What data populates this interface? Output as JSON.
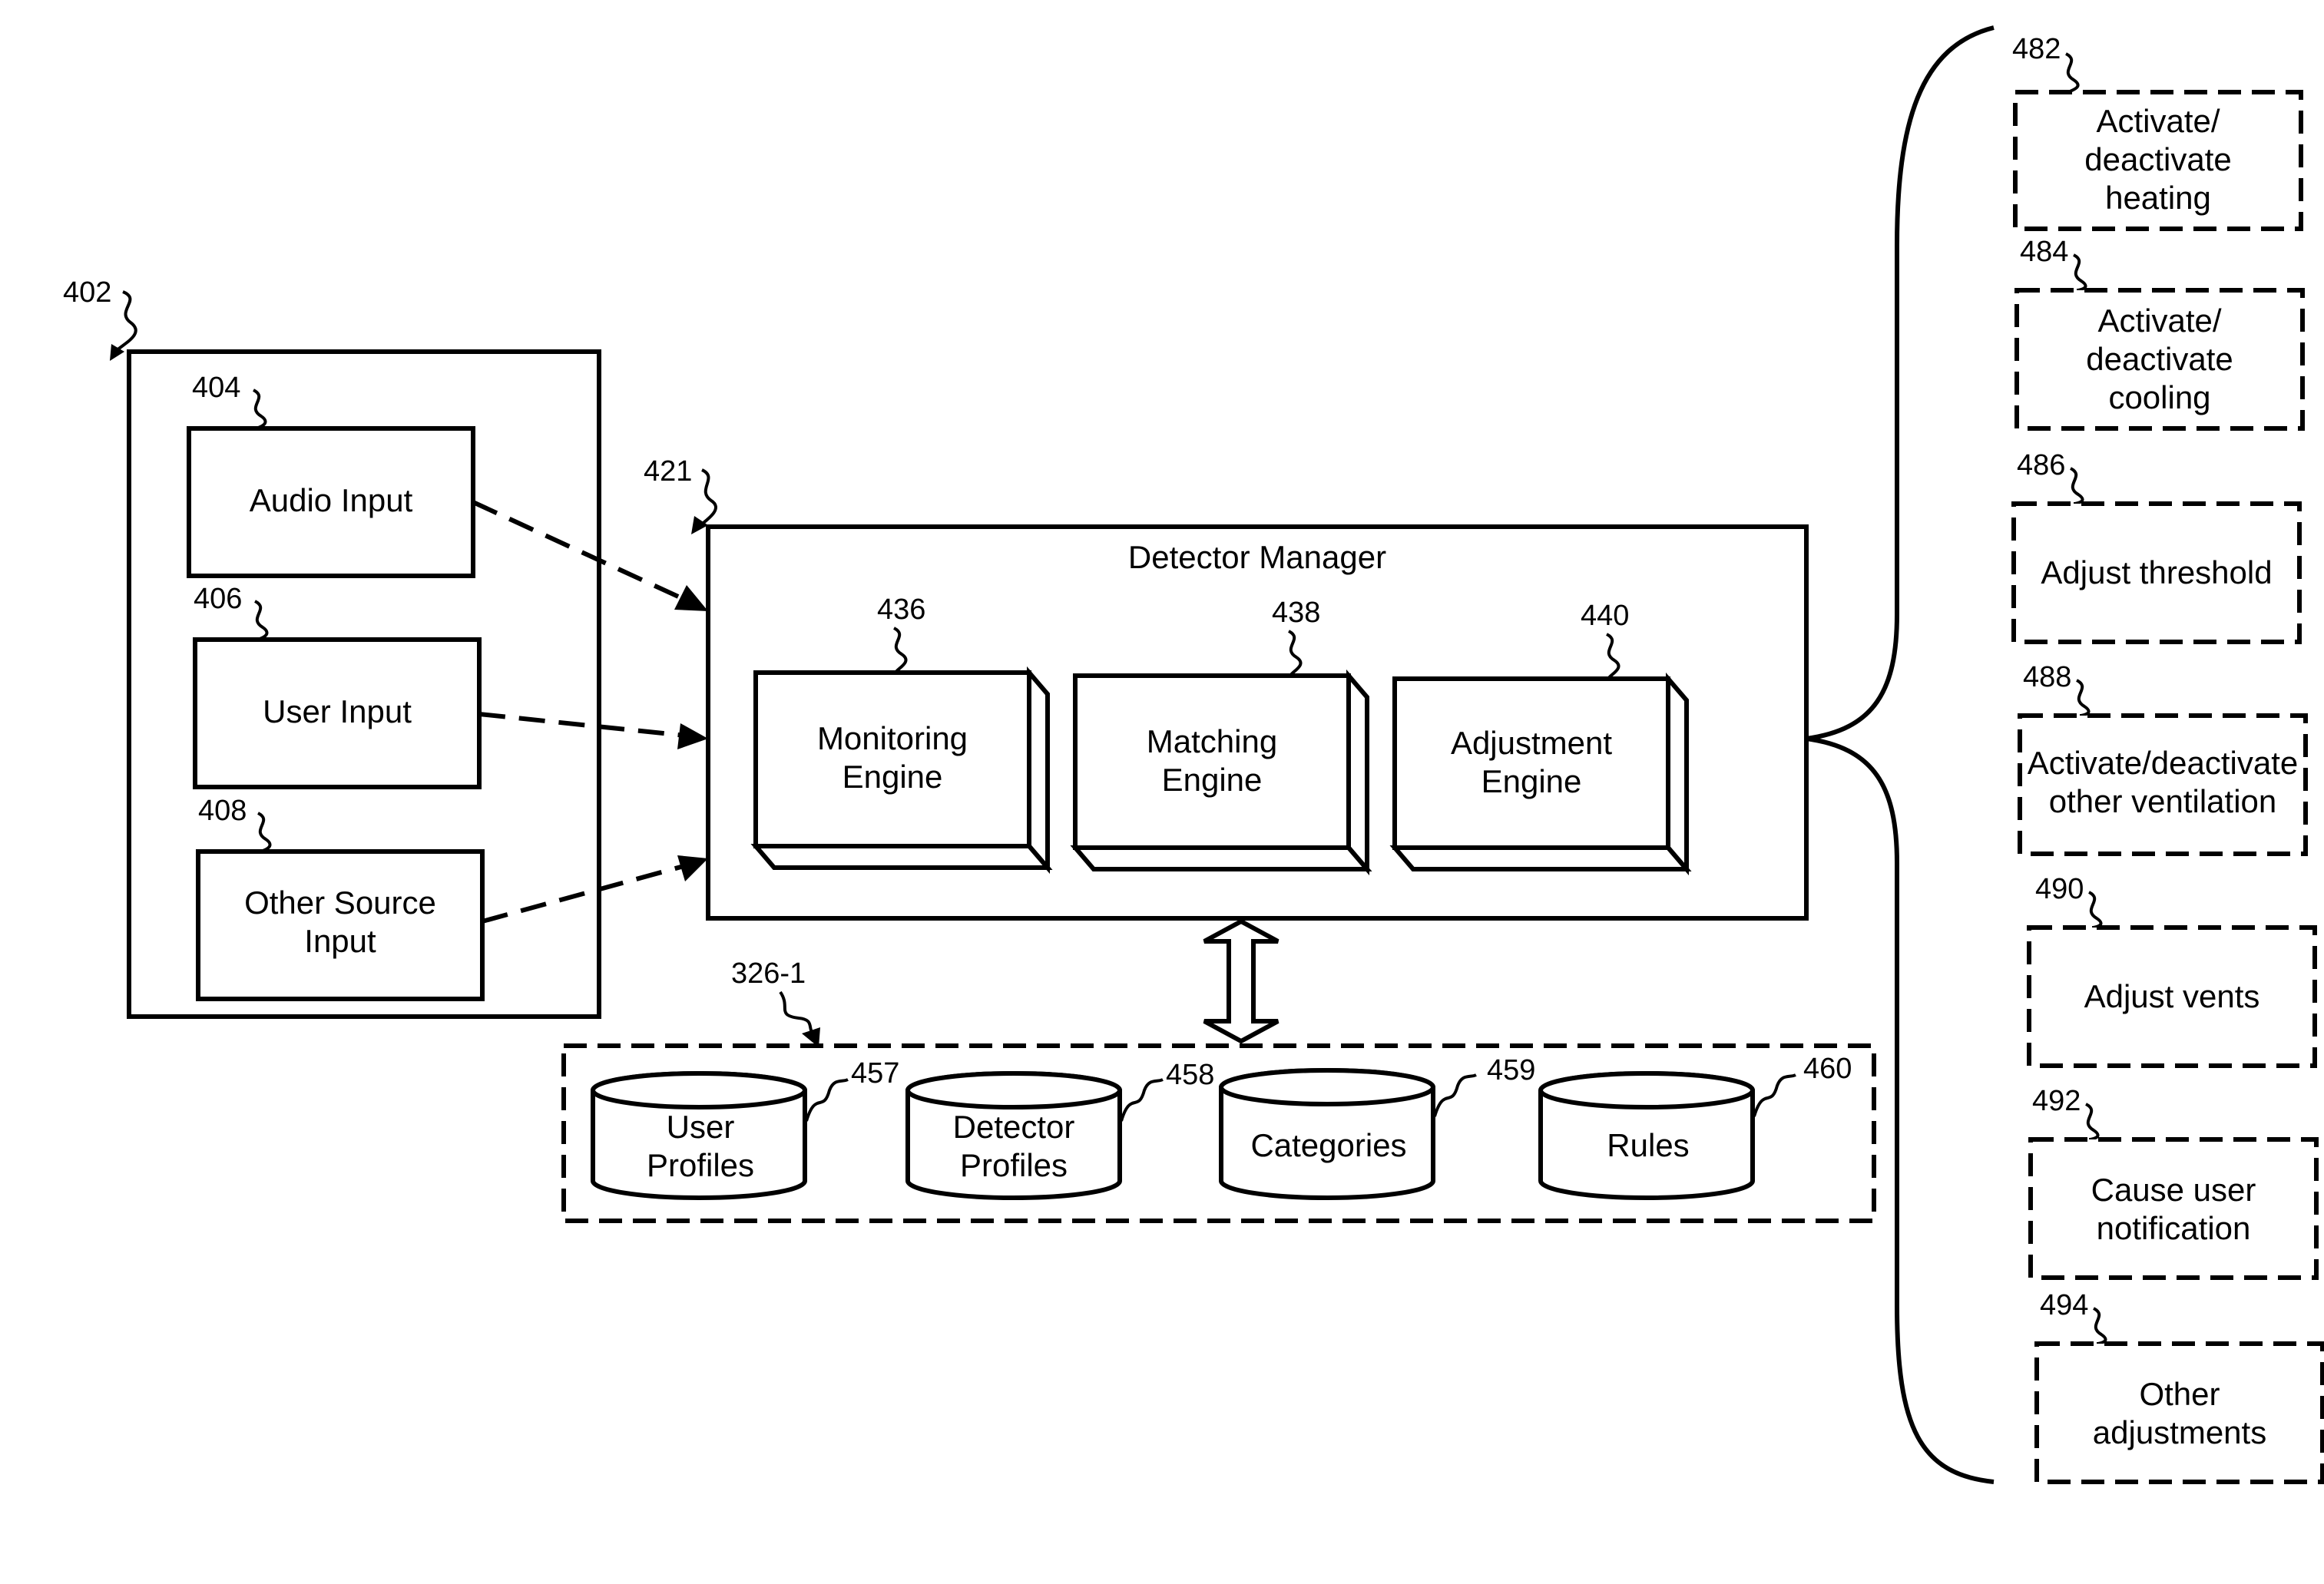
{
  "inputs_group": {
    "ref": "402",
    "audio_input": {
      "ref": "404",
      "label": "Audio Input"
    },
    "user_input": {
      "ref": "406",
      "label": "User Input"
    },
    "other_source_input": {
      "ref": "408",
      "label_line1": "Other Source",
      "label_line2": "Input"
    }
  },
  "detector_manager": {
    "ref": "421",
    "title": "Detector Manager",
    "monitoring_engine": {
      "ref": "436",
      "line1": "Monitoring",
      "line2": "Engine"
    },
    "matching_engine": {
      "ref": "438",
      "line1": "Matching",
      "line2": "Engine"
    },
    "adjustment_engine": {
      "ref": "440",
      "line1": "Adjustment",
      "line2": "Engine"
    }
  },
  "datastore": {
    "ref": "326-1",
    "user_profiles": {
      "ref": "457",
      "line1": "User",
      "line2": "Profiles"
    },
    "detector_profiles": {
      "ref": "458",
      "line1": "Detector",
      "line2": "Profiles"
    },
    "categories": {
      "ref": "459",
      "label": "Categories"
    },
    "rules": {
      "ref": "460",
      "label": "Rules"
    }
  },
  "adjustments": {
    "heating": {
      "ref": "482",
      "line1": "Activate/",
      "line2": "deactivate",
      "line3": "heating"
    },
    "cooling": {
      "ref": "484",
      "line1": "Activate/",
      "line2": "deactivate",
      "line3": "cooling"
    },
    "threshold": {
      "ref": "486",
      "label": "Adjust threshold"
    },
    "ventilation": {
      "ref": "488",
      "line1": "Activate/deactivate",
      "line2": "other ventilation"
    },
    "vents": {
      "ref": "490",
      "label": "Adjust vents"
    },
    "notification": {
      "ref": "492",
      "line1": "Cause user",
      "line2": "notification"
    },
    "other": {
      "ref": "494",
      "line1": "Other",
      "line2": "adjustments"
    }
  }
}
